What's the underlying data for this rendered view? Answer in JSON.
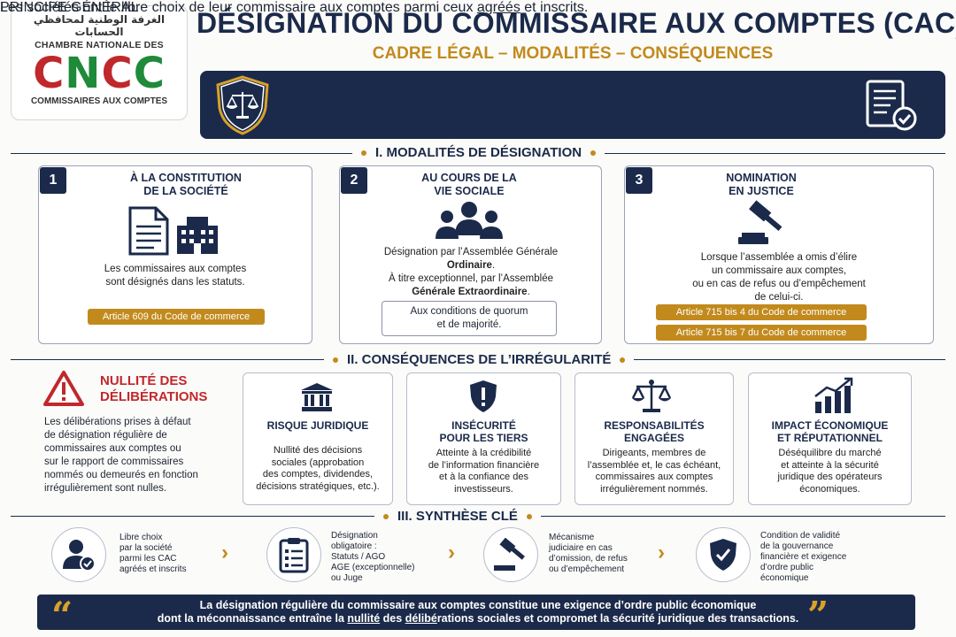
{
  "logo": {
    "arabic": "الغرفة الوطنية لمحافظي الحسابات",
    "line1": "CHAMBRE NATIONALE DES",
    "letters": [
      "C",
      "N",
      "C",
      "C"
    ],
    "line2": "COMMISSAIRES AUX COMPTES"
  },
  "title": "DÉSIGNATION DU COMMISSAIRE AUX COMPTES (CAC)",
  "subtitle": "CADRE LÉGAL – MODALITÉS – CONSÉQUENCES",
  "principle": {
    "heading": "PRINCIPE GÉNÉRAL",
    "text_a": "Les sociétés ont le libre choix de leur commissaire aux comptes parmi ceux ",
    "text_u": "agréés",
    "text_b": " et inscrits."
  },
  "section1": {
    "title": "I. MODALITÉS DE DÉSIGNATION",
    "cards": [
      {
        "num": "1",
        "title": "À LA CONSTITUTION\nDE LA SOCIÉTÉ",
        "body": "Les commissaires aux comptes\nsont désignés dans les statuts.",
        "article": "Article 609 du Code de commerce"
      },
      {
        "num": "2",
        "title": "AU COURS DE LA\nVIE SOCIALE",
        "body1": "Désignation par l’Assemblée Générale",
        "body1b": "Ordinaire",
        "body2": "À titre exceptionnel, par l’Assemblée",
        "body2b": "Générale Extraordinaire",
        "box": "Aux conditions de quorum\net de majorité."
      },
      {
        "num": "3",
        "title": "NOMINATION\nEN JUSTICE",
        "body": "Lorsque l’assemblée a omis d’élire\nun commissaire aux comptes,\nou en cas de refus ou d’empêchement\nde celui-ci.",
        "article1": "Article 715 bis 4 du Code de commerce",
        "article2": "Article 715 bis 7 du Code de commerce"
      }
    ]
  },
  "section2": {
    "title": "II. CONSÉQUENCES DE L’IRRÉGULARITÉ",
    "nullite": {
      "title": "NULLITÉ DES\nDÉLIBÉRATIONS",
      "text": "Les délibérations prises à défaut\nde désignation régulière de\ncommissaires aux comptes ou\nsur le rapport de commissaires\nnommés ou demeurés en fonction\nirrégulièrement sont nulles."
    },
    "cards": [
      {
        "title": "RISQUE JURIDIQUE",
        "body": "Nullité des décisions\nsociales (approbation\ndes comptes, dividendes,\ndécisions stratégiques, etc.)."
      },
      {
        "title": "INSÉCURITÉ\nPOUR LES TIERS",
        "body": "Atteinte à la crédibilité\nde l’information financière\net à la confiance des\ninvestisseurs."
      },
      {
        "title": "RESPONSABILITÉS\nENGAGÉES",
        "body": "Dirigeants, membres de\nl’assemblée et, le cas échéant,\ncommissaires aux comptes\nirrégulièrement nommés."
      },
      {
        "title": "IMPACT ÉCONOMIQUE\nET RÉPUTATIONNEL",
        "body": "Déséquilibre du marché\net atteinte à la sécurité\njuridique des opérateurs\néconomiques."
      }
    ]
  },
  "section3": {
    "title": "III. SYNTHÈSE CLÉ",
    "items": [
      {
        "text": "Libre choix\npar la société\nparmi les CAC\nagréés et inscrits"
      },
      {
        "text": "Désignation\nobligatoire :\nStatuts / AGO\nAGE (exceptionnelle)\nou Juge"
      },
      {
        "text": "Mécanisme\njudiciaire en cas\nd’omission, de refus\nou d’empêchement"
      },
      {
        "text": "Condition de validité\nde la gouvernance\nfinancière et exigence\nd’ordre public\néconomique"
      }
    ]
  },
  "quote": {
    "line1": "La désignation régulière du commissaire aux comptes constitue une exigence d’ordre public économique",
    "line2a": "dont la méconnaissance entraîne la ",
    "u1": "nullité",
    "line2b": " des ",
    "u2": "délibé",
    "line2c": "rations sociales et compromet la sécurité juridique des transactions.",
    "open": "“",
    "close": "”"
  },
  "colors": {
    "navy": "#1b2a4a",
    "gold": "#c28a1d",
    "red": "#c0282c",
    "green": "#1e8a3a"
  }
}
